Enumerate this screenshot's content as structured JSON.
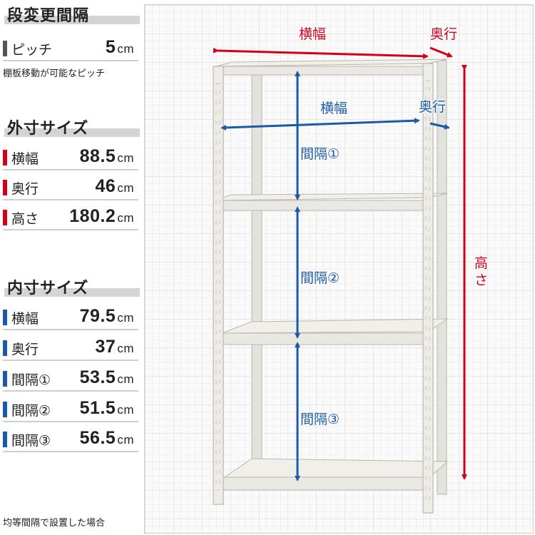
{
  "pitch_section": {
    "title": "段変更間隔",
    "row": {
      "label": "ピッチ",
      "value": "5",
      "unit": "cm"
    },
    "note": "棚板移動が可能なピッチ"
  },
  "outer_section": {
    "title": "外寸サイズ",
    "rows": [
      {
        "label": "横幅",
        "value": "88.5",
        "unit": "cm"
      },
      {
        "label": "奥行",
        "value": "46",
        "unit": "cm"
      },
      {
        "label": "高さ",
        "value": "180.2",
        "unit": "cm"
      }
    ]
  },
  "inner_section": {
    "title": "内寸サイズ",
    "rows": [
      {
        "label": "横幅",
        "value": "79.5",
        "unit": "cm"
      },
      {
        "label": "奥行",
        "value": "37",
        "unit": "cm"
      },
      {
        "label": "間隔①",
        "value": "53.5",
        "unit": "cm"
      },
      {
        "label": "間隔②",
        "value": "51.5",
        "unit": "cm"
      },
      {
        "label": "間隔③",
        "value": "56.5",
        "unit": "cm"
      }
    ]
  },
  "footnote": "均等間隔で設置した場合",
  "diagram": {
    "outer_width_label": "横幅",
    "outer_depth_label": "奥行",
    "outer_height_label": "高さ",
    "inner_width_label": "横幅",
    "inner_depth_label": "奥行",
    "gap1_label": "間隔①",
    "gap2_label": "間隔②",
    "gap3_label": "間隔③"
  },
  "colors": {
    "pitch_bar": "#555555",
    "outer_accent": "#d3001b",
    "inner_accent": "#1a5aa8",
    "shelf_body": "#eae8e3"
  }
}
